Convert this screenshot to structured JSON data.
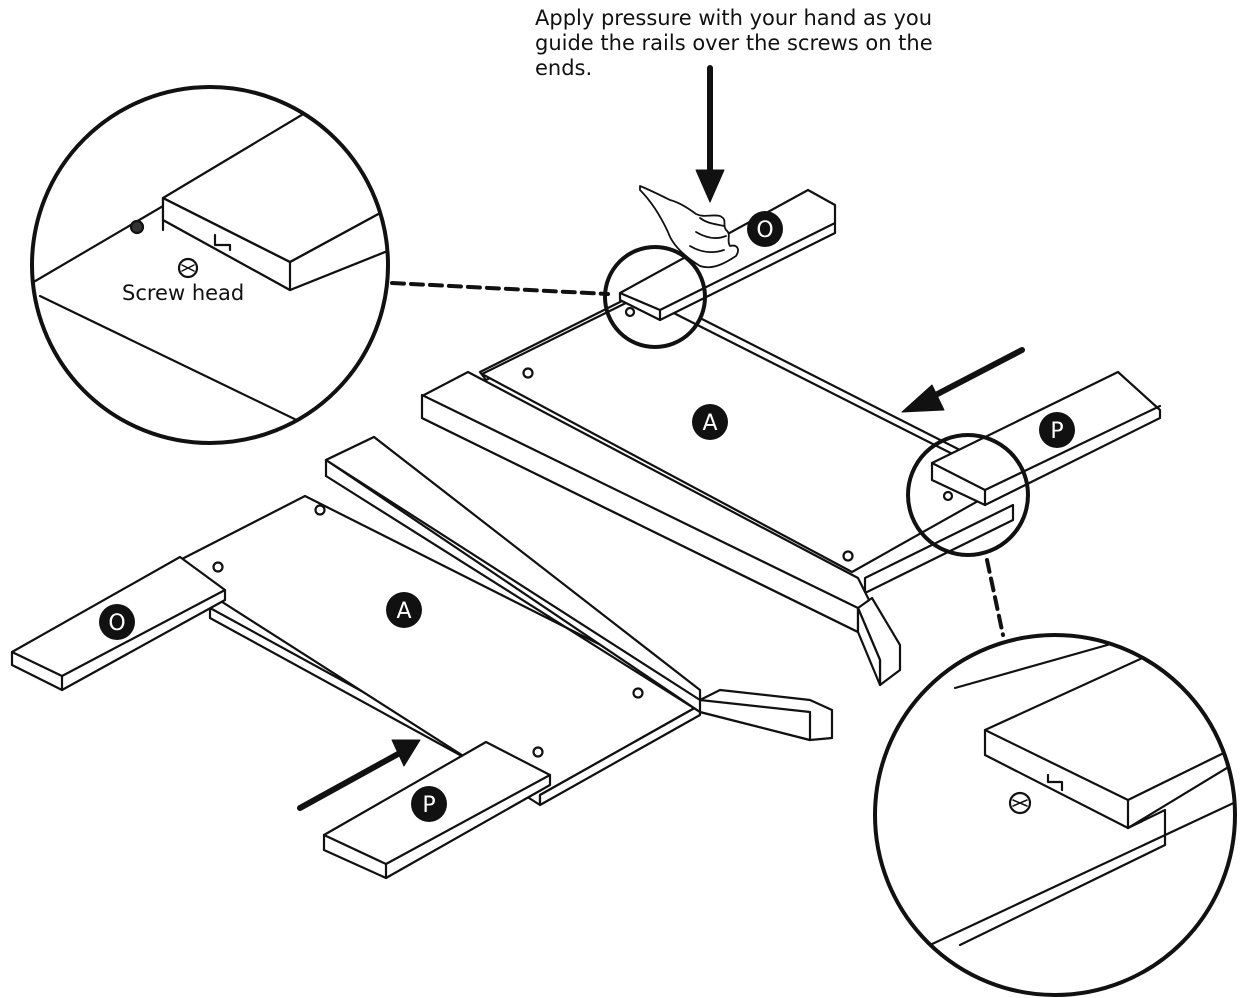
{
  "instruction": "Apply pressure with your hand as you guide the rails over the screws on the ends.",
  "callout_label": "Screw head",
  "part_labels": {
    "panel": "A",
    "end_rail_o": "O",
    "end_rail_p": "P"
  },
  "colors": {
    "line": "#111111",
    "fill": "#ffffff",
    "badge": "#111111",
    "badge_text": "#ffffff"
  }
}
